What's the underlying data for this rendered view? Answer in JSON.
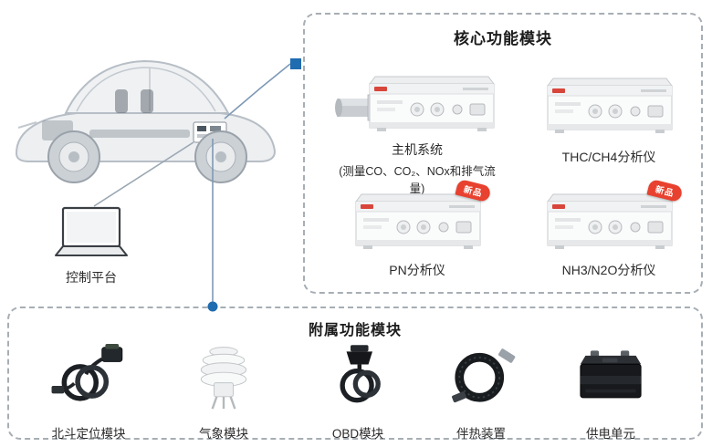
{
  "diagram": {
    "control_platform": {
      "label": "控制平台"
    },
    "core_modules": {
      "title": "核心功能模块",
      "items": [
        {
          "name": "主机系统",
          "desc": "(测量CO、CO₂、NOx和排气流量)",
          "badge": ""
        },
        {
          "name": "THC/CH4分析仪",
          "desc": "",
          "badge": ""
        },
        {
          "name": "PN分析仪",
          "desc": "",
          "badge": "新品"
        },
        {
          "name": "NH3/N2O分析仪",
          "desc": "",
          "badge": "新品"
        }
      ]
    },
    "aux_modules": {
      "title": "附属功能模块",
      "items": [
        {
          "label": "北斗定位模块",
          "icon": "beidou-antenna-cable-icon"
        },
        {
          "label": "气象模块",
          "icon": "weather-sensor-icon"
        },
        {
          "label": "OBD模块",
          "icon": "obd-cable-icon"
        },
        {
          "label": "伴热装置",
          "icon": "heated-line-icon"
        },
        {
          "label": "供电单元",
          "icon": "battery-icon"
        }
      ]
    },
    "colors": {
      "accent_blue": "#1f6cb0",
      "badge_red": "#e8412f",
      "dashed_border_gray": "#a7aeb4"
    }
  }
}
